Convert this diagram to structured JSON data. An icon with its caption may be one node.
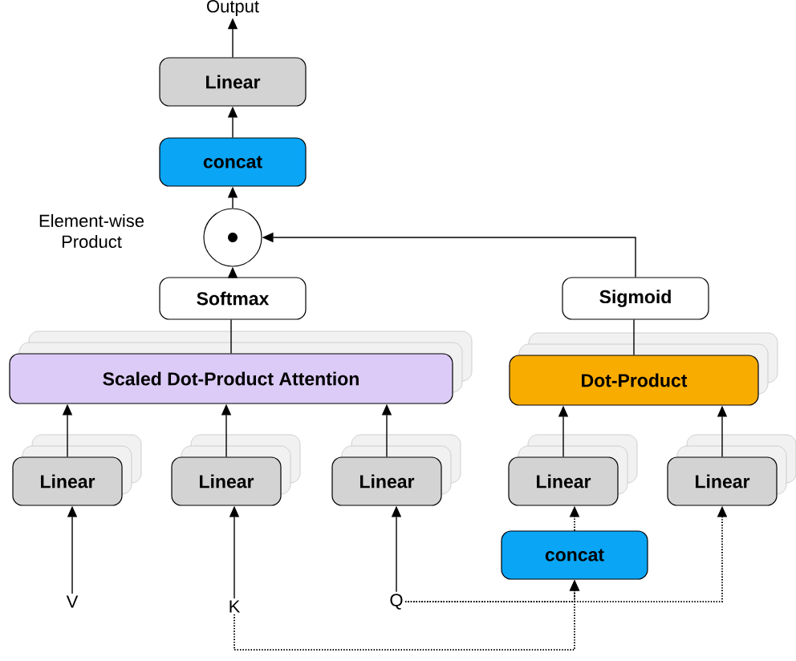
{
  "diagram": {
    "nodes": [
      {
        "text": [
          "Output"
        ]
      },
      {
        "text": [
          "Linear"
        ]
      },
      {
        "text": [
          "concat"
        ]
      },
      {
        "text": [],
        "shape": "circle"
      },
      {
        "text": [
          "Softmax"
        ]
      },
      {
        "text": [
          "Scaled Dot-Product Attention"
        ]
      },
      {
        "text": [
          "Linear"
        ]
      },
      {
        "text": [
          "Linear"
        ]
      },
      {
        "text": [
          "Linear"
        ]
      },
      {
        "text": [
          "V"
        ]
      },
      {
        "text": [
          "K"
        ]
      },
      {
        "text": [
          "Q"
        ]
      },
      {
        "text": [
          "Sigmoid"
        ]
      },
      {
        "text": [
          "Dot-Product"
        ]
      },
      {
        "text": [
          "Linear"
        ]
      },
      {
        "text": [
          "Linear"
        ]
      },
      {
        "text": [
          "concat"
        ]
      }
    ],
    "edges": [
      {
        "from": 1,
        "to": 0,
        "arrow": "to"
      },
      {
        "from": 2,
        "to": 1,
        "arrow": "to"
      },
      {
        "from": 3,
        "to": 2,
        "arrow": "to"
      },
      {
        "from": 4,
        "to": 3,
        "arrow": "to"
      },
      {
        "from": 12,
        "to": 3,
        "arrow": "to"
      },
      {
        "from": 5,
        "to": 4,
        "arrow": "none"
      },
      {
        "from": 13,
        "to": 12,
        "arrow": "none"
      },
      {
        "from": 6,
        "to": 5,
        "arrow": "to"
      },
      {
        "from": 7,
        "to": 5,
        "arrow": "to"
      },
      {
        "from": 8,
        "to": 5,
        "arrow": "to"
      },
      {
        "from": 9,
        "to": 6,
        "arrow": "to"
      },
      {
        "from": 10,
        "to": 7,
        "arrow": "to"
      },
      {
        "from": 11,
        "to": 8,
        "arrow": "to"
      },
      {
        "from": 14,
        "to": 13,
        "arrow": "to"
      },
      {
        "from": 15,
        "to": 13,
        "arrow": "to"
      },
      {
        "from": 16,
        "to": 14,
        "arrow": "to",
        "style": "dashed"
      },
      {
        "from": 11,
        "to": 16,
        "arrow": "to",
        "style": "dashed"
      },
      {
        "from": 11,
        "to": 15,
        "arrow": "to",
        "style": "dashed"
      },
      {
        "from": 10,
        "to": 16,
        "arrow": "to",
        "style": "dashed"
      }
    ],
    "labels": [
      "Element-wise Product"
    ]
  }
}
